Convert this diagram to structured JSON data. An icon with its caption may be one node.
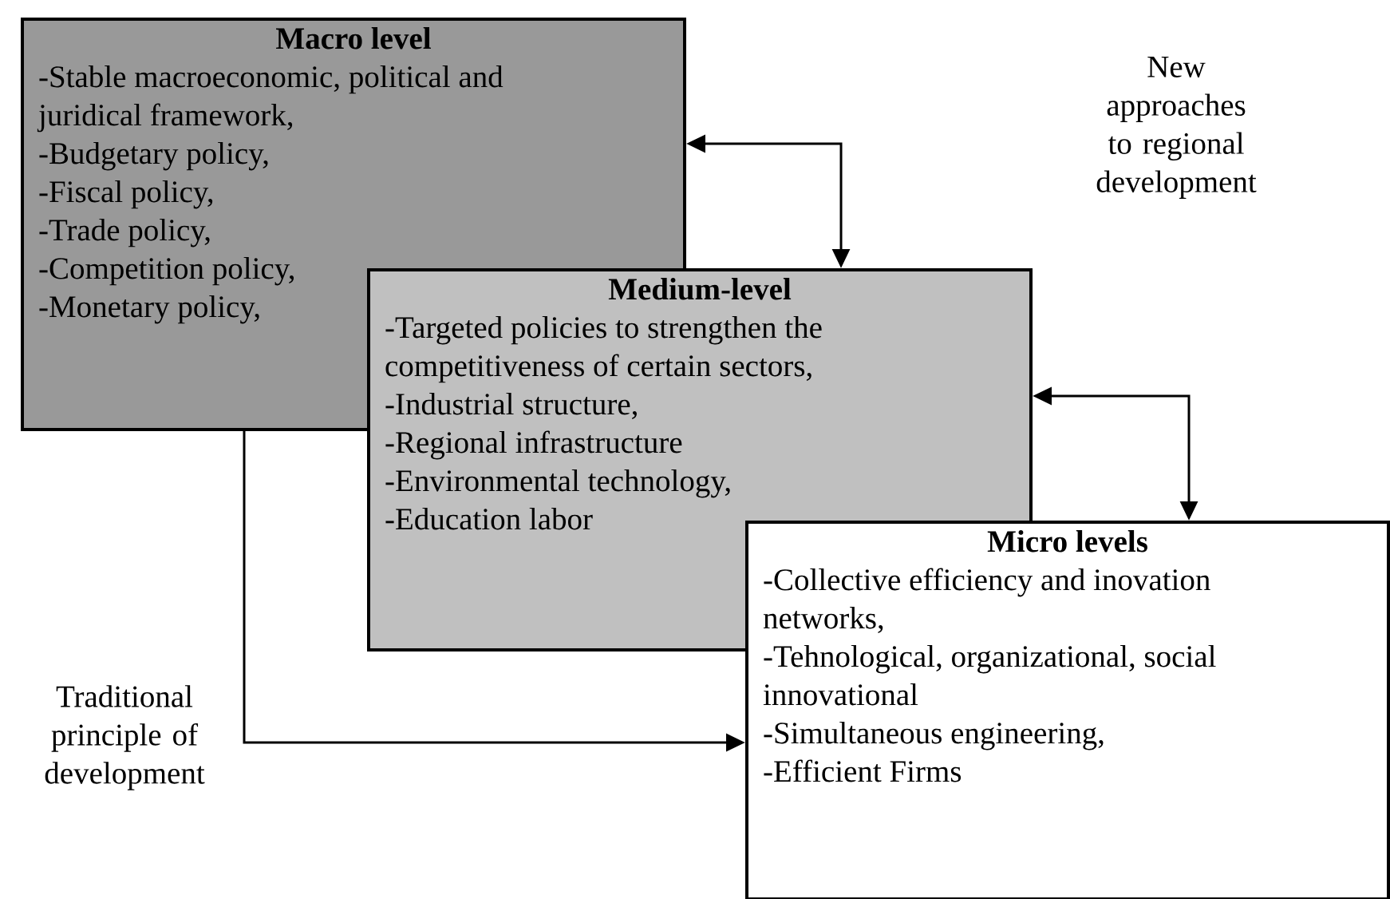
{
  "diagram": {
    "nodes": [
      {
        "text": [
          "Macro level",
          "-Stable macroeconomic, political and juridical framework,",
          "-Budgetary policy,",
          "-Fiscal policy,",
          "-Trade policy,",
          "-Competition policy,",
          "-Monetary policy,"
        ]
      },
      {
        "text": [
          "Medium-level",
          "-Targeted policies to strengthen the competitiveness of certain sectors,",
          "-Industrial structure,",
          "-Regional infrastructure",
          "-Environmental technology,",
          "-Education labor"
        ]
      },
      {
        "text": [
          "Micro levels",
          "-Collective efficiency and inovation networks,",
          "-Tehnological, organizational, social innovational",
          "-Simultaneous engineering,",
          "-Efficient Firms"
        ]
      }
    ],
    "edges": [
      {
        "from": 0,
        "to": 1,
        "arrow": "both"
      },
      {
        "from": 1,
        "to": 2,
        "arrow": "both"
      },
      {
        "from": 0,
        "to": 2,
        "arrow": "to"
      }
    ],
    "labels": [
      "New approaches to regional development",
      "Traditional principle of development"
    ]
  }
}
